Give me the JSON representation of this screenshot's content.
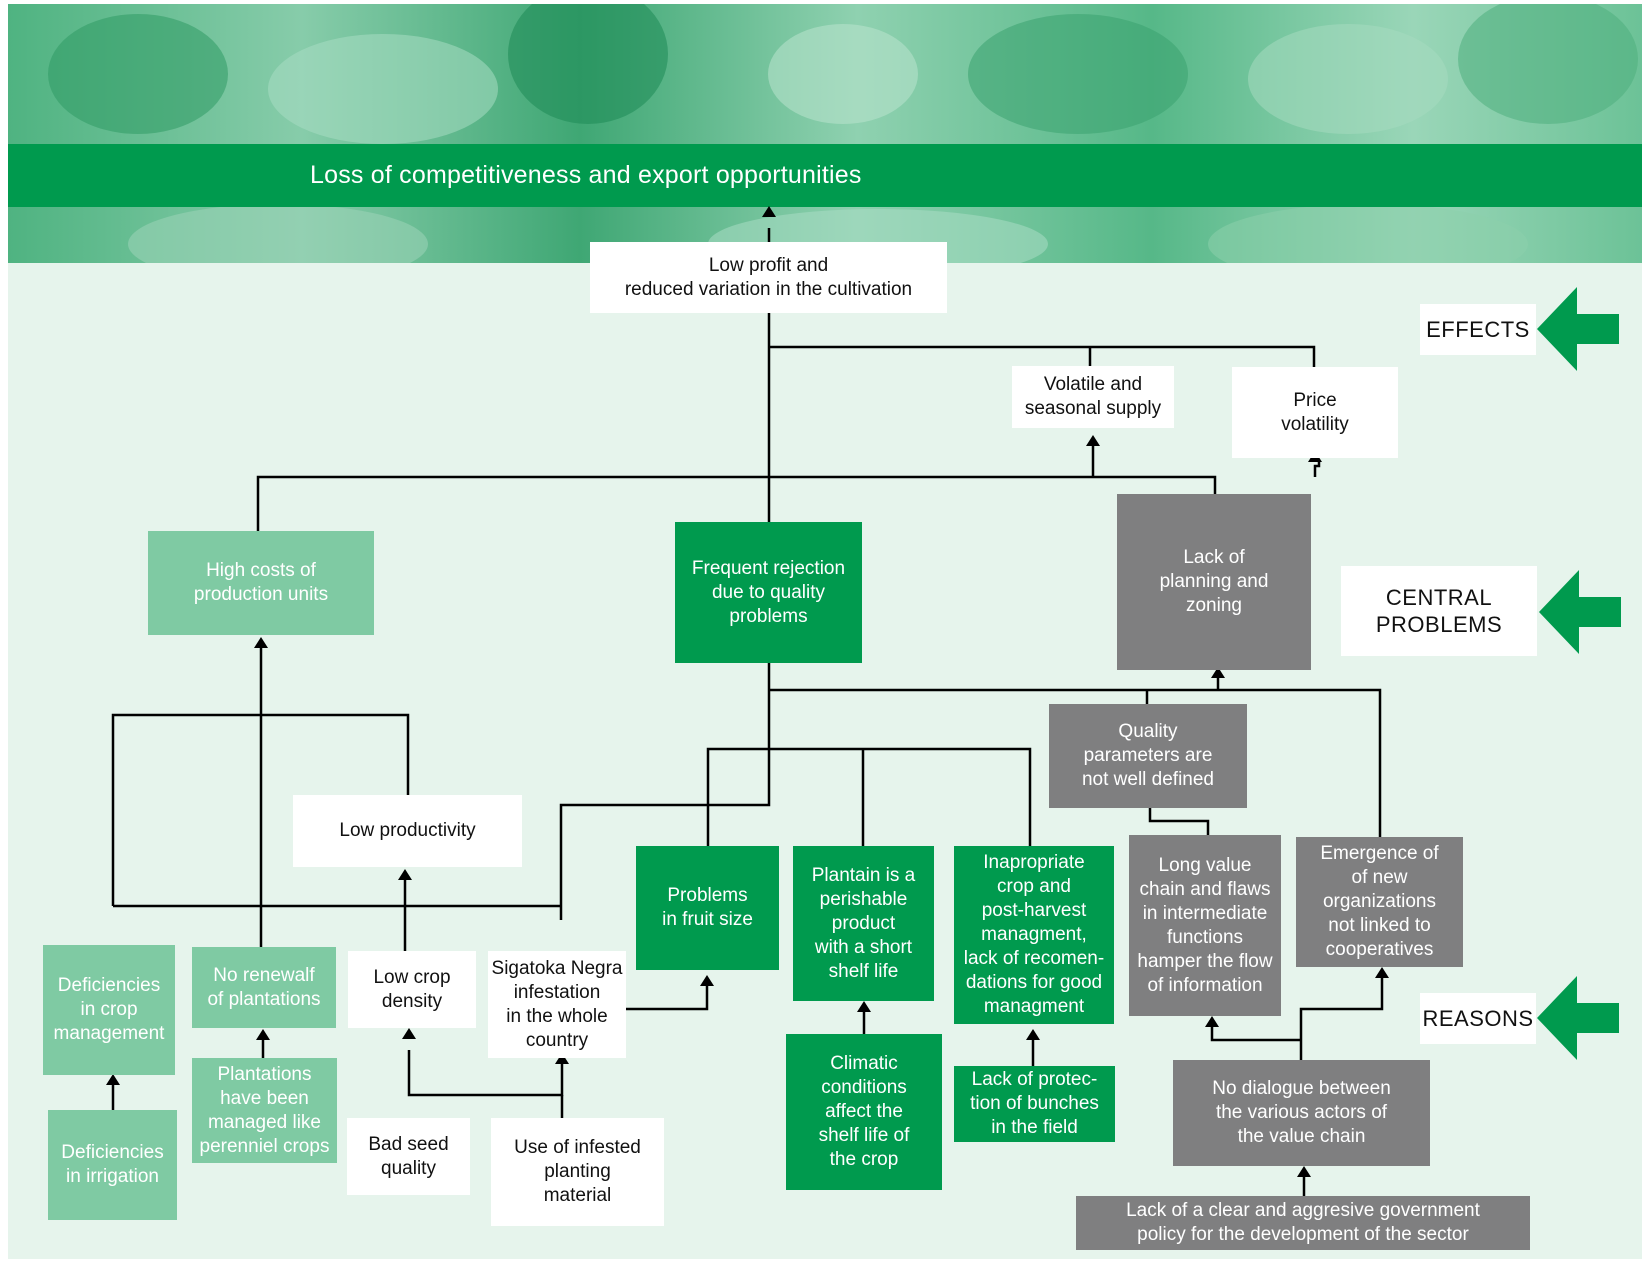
{
  "banner": {
    "title": "Loss of competitiveness and export opportunities"
  },
  "labels": {
    "effects": "EFFECTS",
    "central_problems": "CENTRAL\nPROBLEMS",
    "reasons": "REASONS"
  },
  "colors": {
    "dark_green": "#009a4e",
    "light_green": "#7fcaa3",
    "gray": "#7f7f80",
    "background": "#e6f4ec"
  },
  "boxes": {
    "low_profit": "Low profit and\nreduced variation in the cultivation",
    "volatile_supply": "Volatile and\nseasonal supply",
    "price_volatility": "Price\nvolatility",
    "high_costs": "High costs of\nproduction units",
    "frequent_rejection": "Frequent rejection\ndue to quality\nproblems",
    "lack_planning": "Lack of\nplanning and\nzoning",
    "quality_parameters": "Quality\nparameters are\nnot well defined",
    "low_productivity": "Low productivity",
    "problems_fruit_size": "Problems\nin fruit size",
    "plantain_perishable": "Plantain is a\nperishable\nproduct\nwith a short\nshelf life",
    "inappropriate_crop": "Inapropriate\ncrop and\npost-harvest\nmanagment,\nlack of recomen-\ndations for good\nmanagment",
    "long_value_chain": "Long value\nchain and flaws\nin intermediate\nfunctions\nhamper the flow\nof information",
    "emergence_orgs": "Emergence of\nof new\norganizations\nnot linked to\ncooperatives",
    "deficiencies_crop": "Deficiencies\nin crop\nmanagement",
    "no_renewal": "No renewalf\nof plantations",
    "low_crop_density": "Low crop\ndensity",
    "sigatoka": "Sigatoka Negra\ninfestation\nin the whole\ncountry",
    "deficiencies_irrigation": "Deficiencies\nin irrigation",
    "plantations_perennial": "Plantations\nhave been\nmanaged like\nperenniel crops",
    "bad_seed": "Bad seed\nquality",
    "infested_material": "Use of infested\nplanting\nmaterial",
    "climatic_conditions": "Climatic\nconditions\naffect the\nshelf life of\nthe crop",
    "lack_protection": "Lack of protec-\ntion of bunches\nin the field",
    "no_dialogue": "No dialogue between\nthe various actors of\nthe value chain",
    "government_policy": "Lack of a clear and aggresive government\npolicy for the development of the sector"
  }
}
